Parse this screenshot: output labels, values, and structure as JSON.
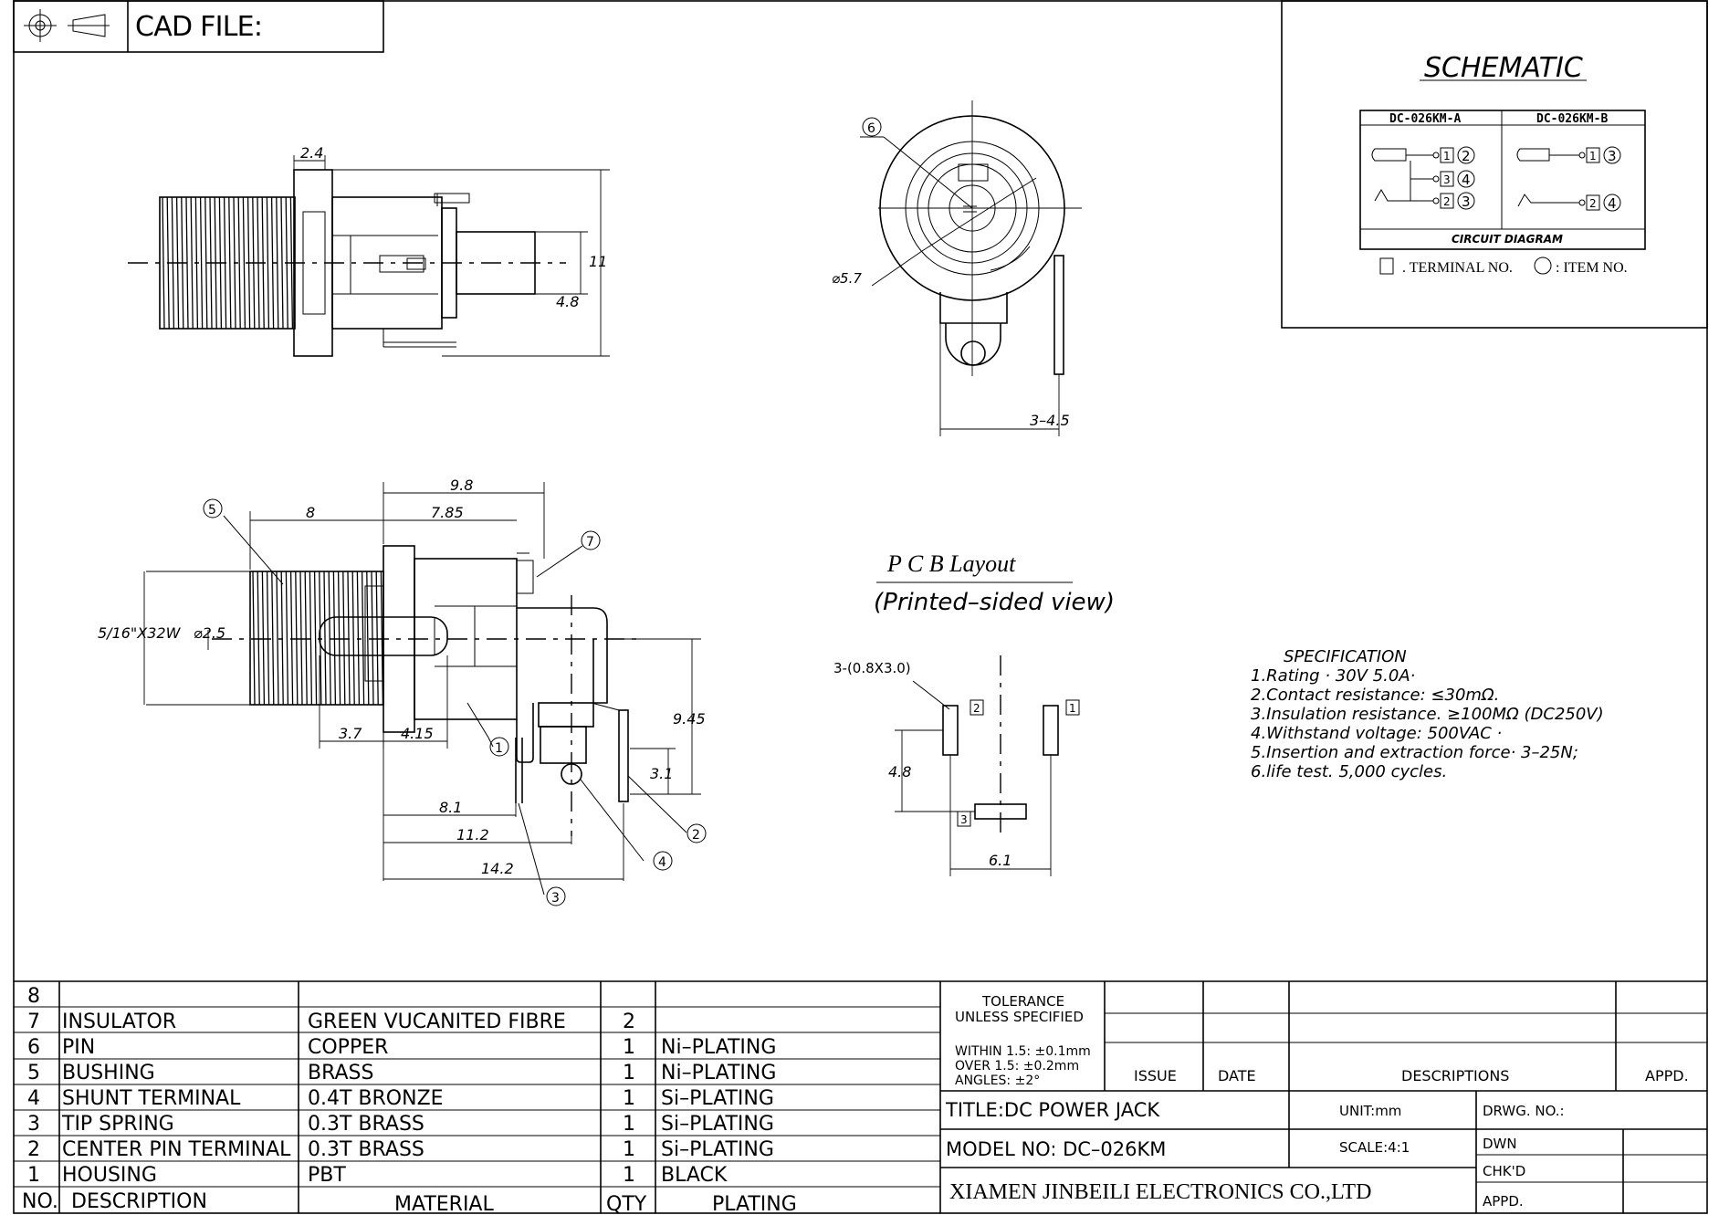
{
  "header": {
    "cad_label": "CAD FILE:"
  },
  "dimensions": {
    "side_top": [
      "2.4",
      "11",
      "4.8"
    ],
    "front": [
      "⌀5.7",
      "3–4.5"
    ],
    "side_bottom": [
      "8",
      "9.8",
      "7.85",
      "5/16\"X32W",
      "⌀2.5",
      "3.7",
      "4.15",
      "9.45",
      "3.1",
      "8.1",
      "11.2",
      "14.2"
    ],
    "pcb": [
      "3-(0.8X3.0)",
      "4.8",
      "6.1"
    ]
  },
  "callouts": [
    "1",
    "2",
    "3",
    "4",
    "5",
    "6",
    "7"
  ],
  "schematic": {
    "title": "SCHEMATIC",
    "col_a": "DC-026KM-A",
    "col_b": "DC-026KM-B",
    "caption": "CIRCUIT DIAGRAM",
    "legend_terminal": ". TERMINAL NO.",
    "legend_item": ": ITEM NO.",
    "a_pins": [
      {
        "term": "1",
        "item": "2"
      },
      {
        "term": "3",
        "item": "4"
      },
      {
        "term": "2",
        "item": "3"
      }
    ],
    "b_pins": [
      {
        "term": "1",
        "item": "3"
      },
      {
        "term": "2",
        "item": "4"
      }
    ]
  },
  "pcb_layout": {
    "title": "P C B Layout",
    "subtitle": "(Printed–sided view)",
    "pad_labels": [
      "2",
      "1",
      "3"
    ]
  },
  "specification": {
    "title": "SPECIFICATION",
    "lines": [
      "1.Rating · 30V 5.0A·",
      "2.Contact resistance: ≤30mΩ.",
      "3.Insulation resistance. ≥100MΩ (DC250V)",
      "4.Withstand voltage: 500VAC ·",
      "5.Insertion and extraction force· 3–25N;",
      "6.life test. 5,000 cycles."
    ]
  },
  "bom": {
    "headers": {
      "no": "NO.",
      "description": "DESCRIPTION",
      "material": "MATERIAL",
      "qty": "QTY",
      "plating": "PLATING"
    },
    "rows": [
      {
        "no": "8",
        "description": "",
        "material": "",
        "qty": "",
        "plating": ""
      },
      {
        "no": "7",
        "description": "INSULATOR",
        "material": "GREEN VUCANITED FIBRE",
        "qty": "2",
        "plating": ""
      },
      {
        "no": "6",
        "description": "PIN",
        "material": "COPPER",
        "qty": "1",
        "plating": "Ni–PLATING"
      },
      {
        "no": "5",
        "description": "BUSHING",
        "material": "BRASS",
        "qty": "1",
        "plating": "Ni–PLATING"
      },
      {
        "no": "4",
        "description": "SHUNT TERMINAL",
        "material": "0.4T BRONZE",
        "qty": "1",
        "plating": "Si–PLATING"
      },
      {
        "no": "3",
        "description": "TIP SPRING",
        "material": "0.3T BRASS",
        "qty": "1",
        "plating": "Si–PLATING"
      },
      {
        "no": "2",
        "description": "CENTER PIN TERMINAL",
        "material": "0.3T BRASS",
        "qty": "1",
        "plating": "Si–PLATING"
      },
      {
        "no": "1",
        "description": "HOUSING",
        "material": "PBT",
        "qty": "1",
        "plating": "BLACK"
      }
    ]
  },
  "title_block": {
    "tolerance_1": "TOLERANCE",
    "tolerance_2": "UNLESS SPECIFIED",
    "within": "WITHIN 1.5: ±0.1mm",
    "over": "OVER 1.5: ±0.2mm",
    "angles": "ANGLES: ±2°",
    "issue": "ISSUE",
    "date": "DATE",
    "descriptions": "DESCRIPTIONS",
    "appd": "APPD.",
    "title": "TITLE:DC POWER JACK",
    "unit": "UNIT:mm",
    "drwg_no": "DRWG. NO.:",
    "model": "MODEL NO: DC–026KM",
    "scale": "SCALE:4:1",
    "dwn": "DWN",
    "chkd": "CHK'D",
    "appd2": "APPD.",
    "company": "XIAMEN JINBEILI ELECTRONICS CO.,LTD"
  }
}
